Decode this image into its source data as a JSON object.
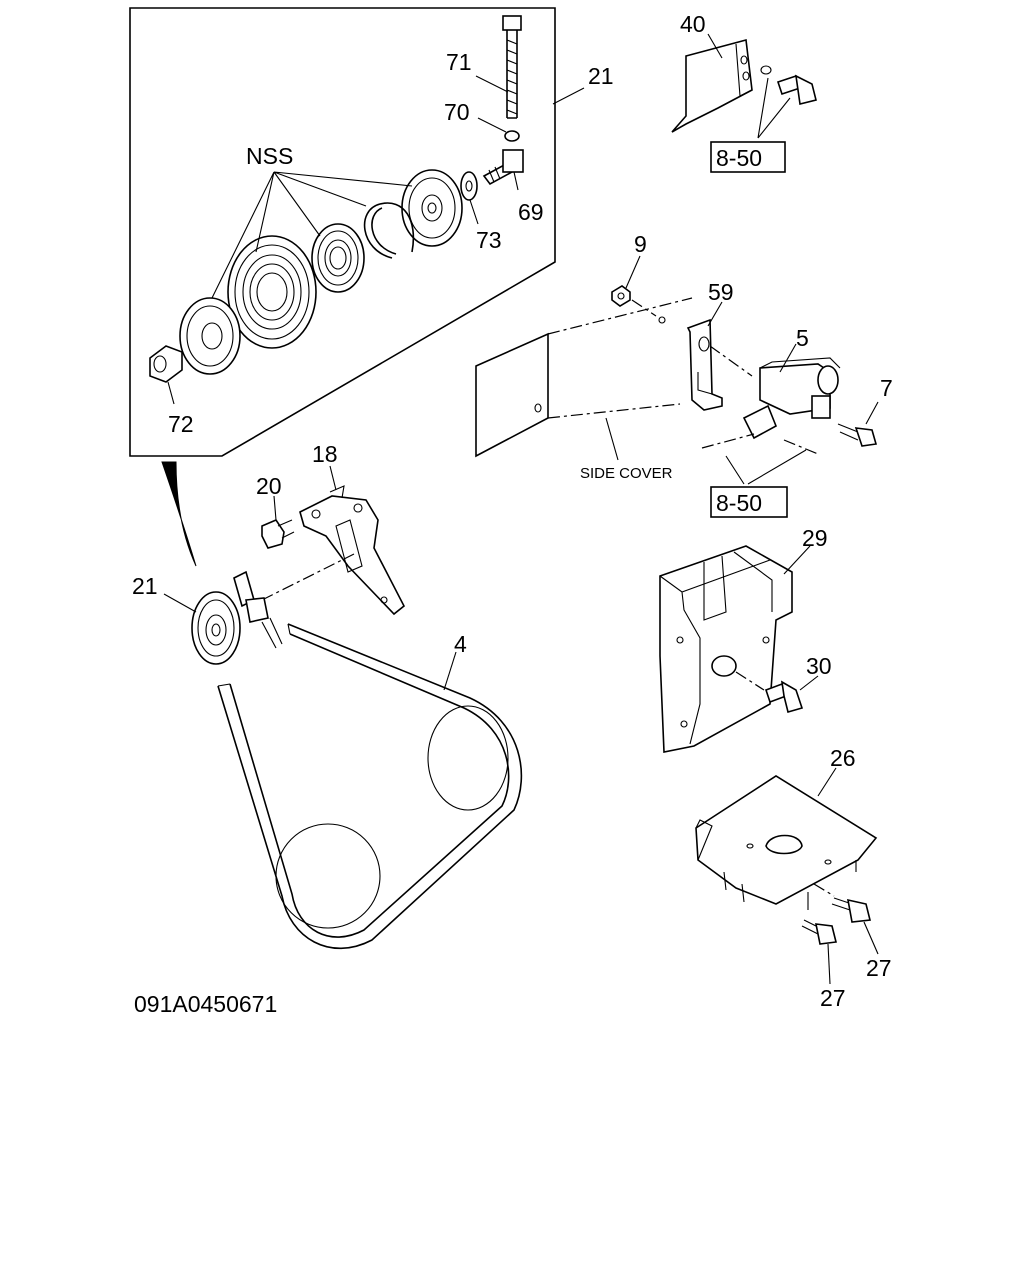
{
  "labels": {
    "p71": "71",
    "p70": "70",
    "p21_top": "21",
    "nss": "NSS",
    "p69": "69",
    "p73": "73",
    "p72": "72",
    "p40": "40",
    "ref_8_50_top": "8-50",
    "p9": "9",
    "p59": "59",
    "p5": "5",
    "p7": "7",
    "side_cover": "SIDE COVER",
    "ref_8_50_mid": "8-50",
    "p18": "18",
    "p20": "20",
    "p21_main": "21",
    "p4": "4",
    "p29": "29",
    "p30": "30",
    "p26": "26",
    "p27_a": "27",
    "p27_b": "27",
    "drawing_number": "091A0450671"
  }
}
